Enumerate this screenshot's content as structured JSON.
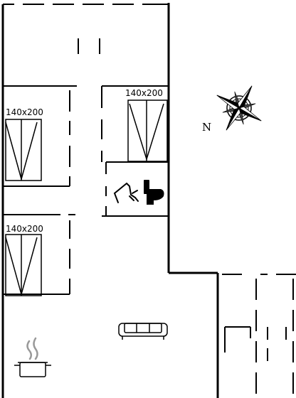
{
  "colors": {
    "wall": "#000000",
    "background": "#ffffff"
  },
  "rooms": {
    "bedroom_top_right": {
      "bed_label": "140x200"
    },
    "bedroom_top_left": {
      "bed_label": "140x200"
    },
    "bedroom_lower_left": {
      "bed_label": "140x200"
    }
  },
  "compass": {
    "north_label": "N",
    "icon": "compass-rose-icon"
  },
  "fixtures": [
    "shower-icon",
    "toilet-icon",
    "sofa-icon",
    "cooking-pot-icon"
  ]
}
